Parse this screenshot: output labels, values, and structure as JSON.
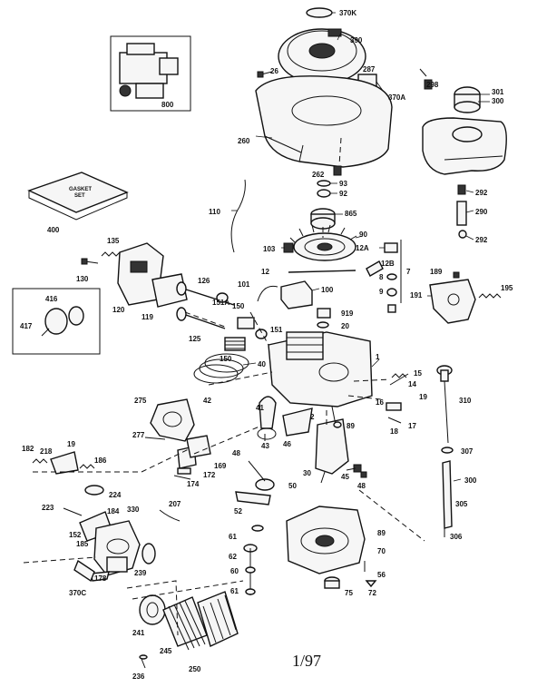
{
  "diagram": {
    "footer_page": "1/97",
    "gasket_set_text": [
      "GASKET",
      "SET"
    ],
    "labels": [
      "370K",
      "390",
      "26",
      "287",
      "370A",
      "300",
      "301",
      "298",
      "260",
      "262",
      "93",
      "92",
      "865",
      "292",
      "290",
      "292",
      "110",
      "90",
      "103",
      "12A",
      "12B",
      "8",
      "9",
      "7",
      "189",
      "195",
      "191",
      "12",
      "101",
      "100",
      "135",
      "130",
      "120",
      "119",
      "126",
      "151A",
      "150",
      "919",
      "20",
      "125",
      "151",
      "150",
      "40",
      "42",
      "1",
      "15",
      "14",
      "16",
      "17",
      "18",
      "19",
      "310",
      "275",
      "277",
      "41",
      "43",
      "46",
      "2",
      "89",
      "307",
      "182",
      "218",
      "19",
      "186",
      "48",
      "174",
      "172",
      "169",
      "30",
      "45",
      "48",
      "50",
      "300",
      "224",
      "223",
      "152",
      "185",
      "184",
      "330",
      "207",
      "52",
      "305",
      "89",
      "70",
      "306",
      "61",
      "178",
      "239",
      "370C",
      "60",
      "62",
      "56",
      "75",
      "72",
      "61",
      "241",
      "245",
      "250",
      "236",
      "416",
      "417",
      "400",
      "800"
    ]
  }
}
